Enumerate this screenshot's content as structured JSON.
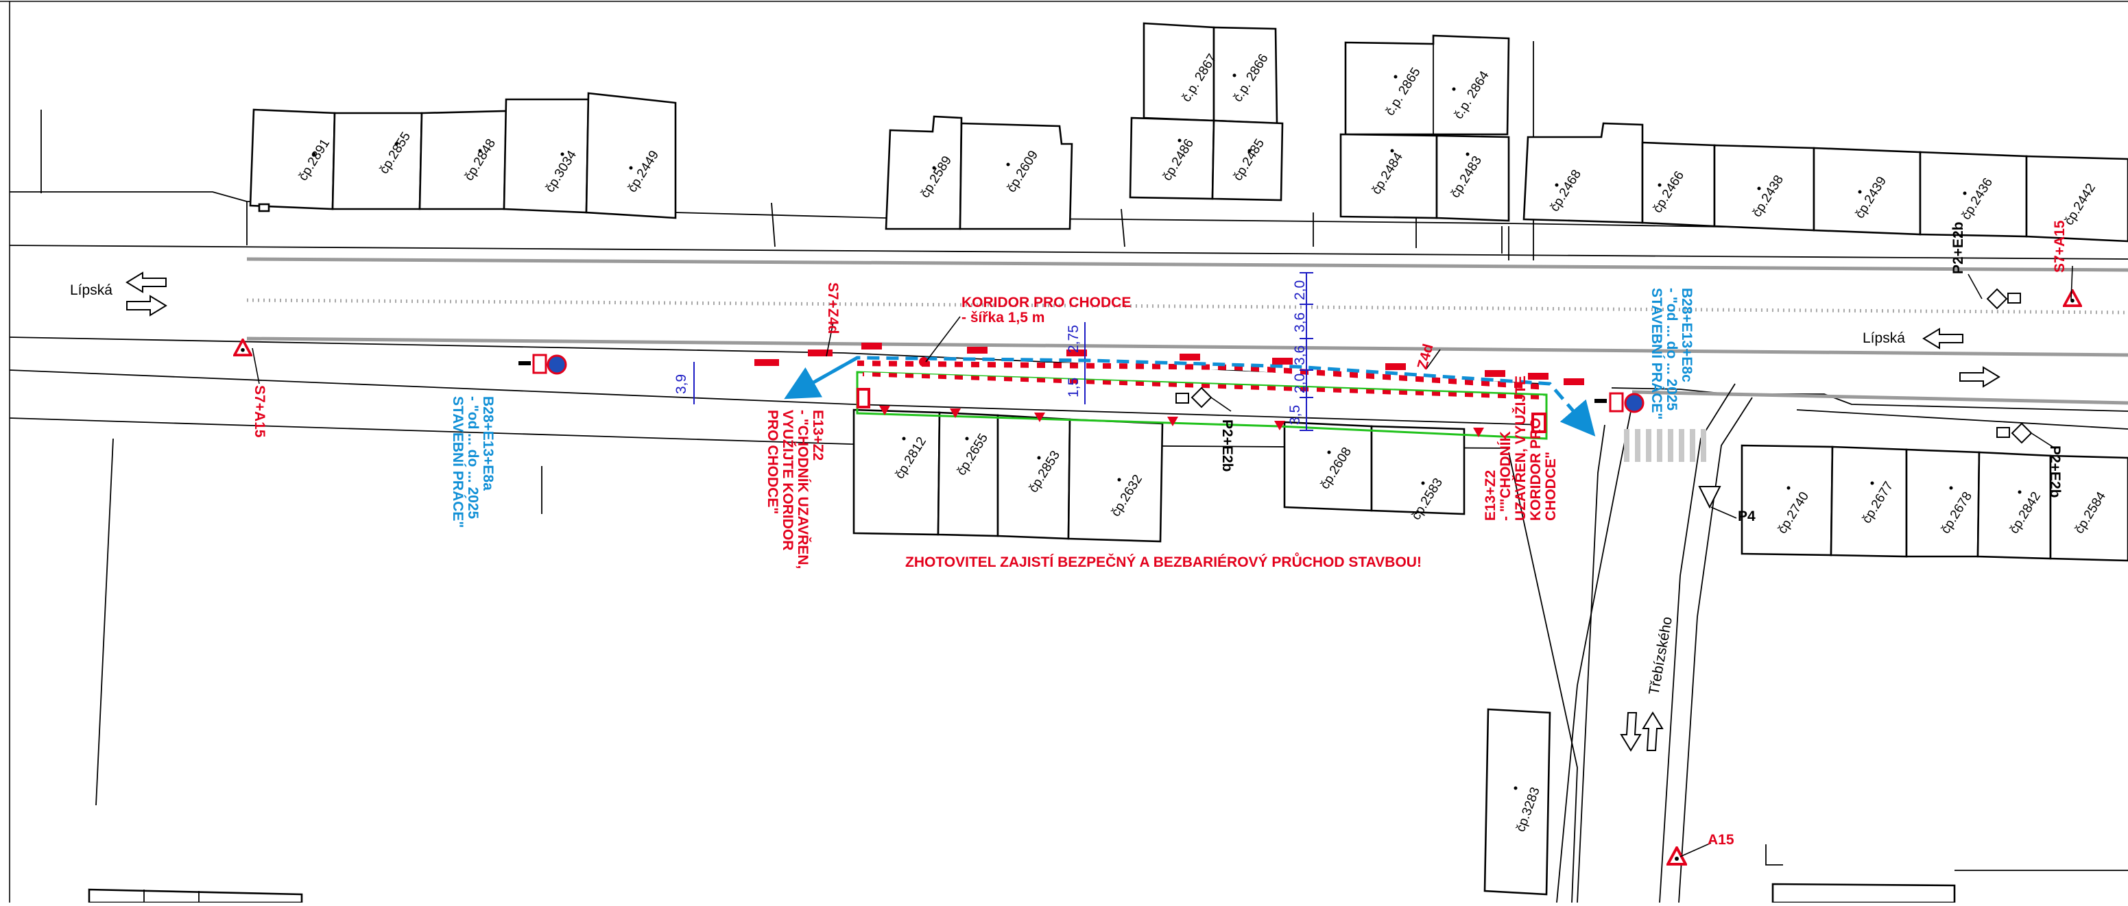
{
  "streets": {
    "lipska_left": "Lípská",
    "lipska_right": "Lípská",
    "trebizskeho": "Třebízského"
  },
  "buildings": {
    "b2891": "čp.2891",
    "b2855": "čp.2855",
    "b2848": "čp.2848",
    "b3034": "čp.3034",
    "b2449": "čp.2449",
    "b2589": "čp.2589",
    "b2609": "čp.2609",
    "b2867": "č.p. 2867",
    "b2866": "č.p. 2866",
    "b2486": "čp.2486",
    "b2485": "čp.2485",
    "b2865": "č.p. 2865",
    "b2864": "č.p. 2864",
    "b2484": "čp.2484",
    "b2483": "čp.2483",
    "b2468": "čp.2468",
    "b2466": "čp.2466",
    "b2438": "čp.2438",
    "b2439": "čp.2439",
    "b2436": "čp.2436",
    "b2442": "čp.2442",
    "b2812": "čp.2812",
    "b2655": "čp.2655",
    "b2853": "čp.2853",
    "b2632": "čp.2632",
    "b2608": "čp.2608",
    "b2583": "čp.2583",
    "b2740": "čp.2740",
    "b2677": "čp.2677",
    "b2678": "čp.2678",
    "b2842": "čp.2842",
    "b2584": "čp.2584",
    "b3283": "čp.3283"
  },
  "signs": {
    "s7a15_left": "S7+A15",
    "s7a15_right": "S7+A15",
    "s7z4d": "S7+Z4d",
    "z4d": "Z4d",
    "p2e2b_top": "P2+E2b",
    "p2e2b_mid": "P2+E2b",
    "p2e2b_right": "P2+E2b",
    "p4": "P4",
    "a15": "A15"
  },
  "notes": {
    "corridor_title": "KORIDOR PRO CHODCE",
    "corridor_width": "- šířka 1,5 m",
    "left_b28": [
      "B28+E13+E8a",
      "- \"od ... do ... 2025",
      "STAVEBNÍ PRÁCE\""
    ],
    "right_b28": [
      "B28+E13+E8c",
      "- \"od ... do ... 2025",
      "STAVEBNÍ PRÁCE\""
    ],
    "left_e13": [
      "E13+Z2",
      "- \"CHODNÍK UZAVŘEN,",
      "VYUŽIJTE KORIDOR",
      "PRO CHODCE\""
    ],
    "right_e13": [
      "E13+Z2",
      "- \"\"CHODNÍK",
      "UZAVŘEN, VYUŽIJTE",
      "KORIDOR PRO",
      "CHODCE\""
    ],
    "contractor": "ZHOTOVITEL ZAJISTÍ BEZPEČNÝ A BEZBARIÉROVÝ PRŮCHOD STAVBOU!"
  },
  "dimensions": {
    "d39": "3,9",
    "d275": "2,75",
    "d15": "1,5",
    "d20a": "2,0",
    "d36a": "3,6",
    "d36b": "3,6",
    "d20b": "2,0",
    "d35": "3,5"
  },
  "colors": {
    "red": "#e3001b",
    "blue": "#0f8fd6",
    "green": "#21c21c",
    "dimension": "#1c1cc4"
  }
}
